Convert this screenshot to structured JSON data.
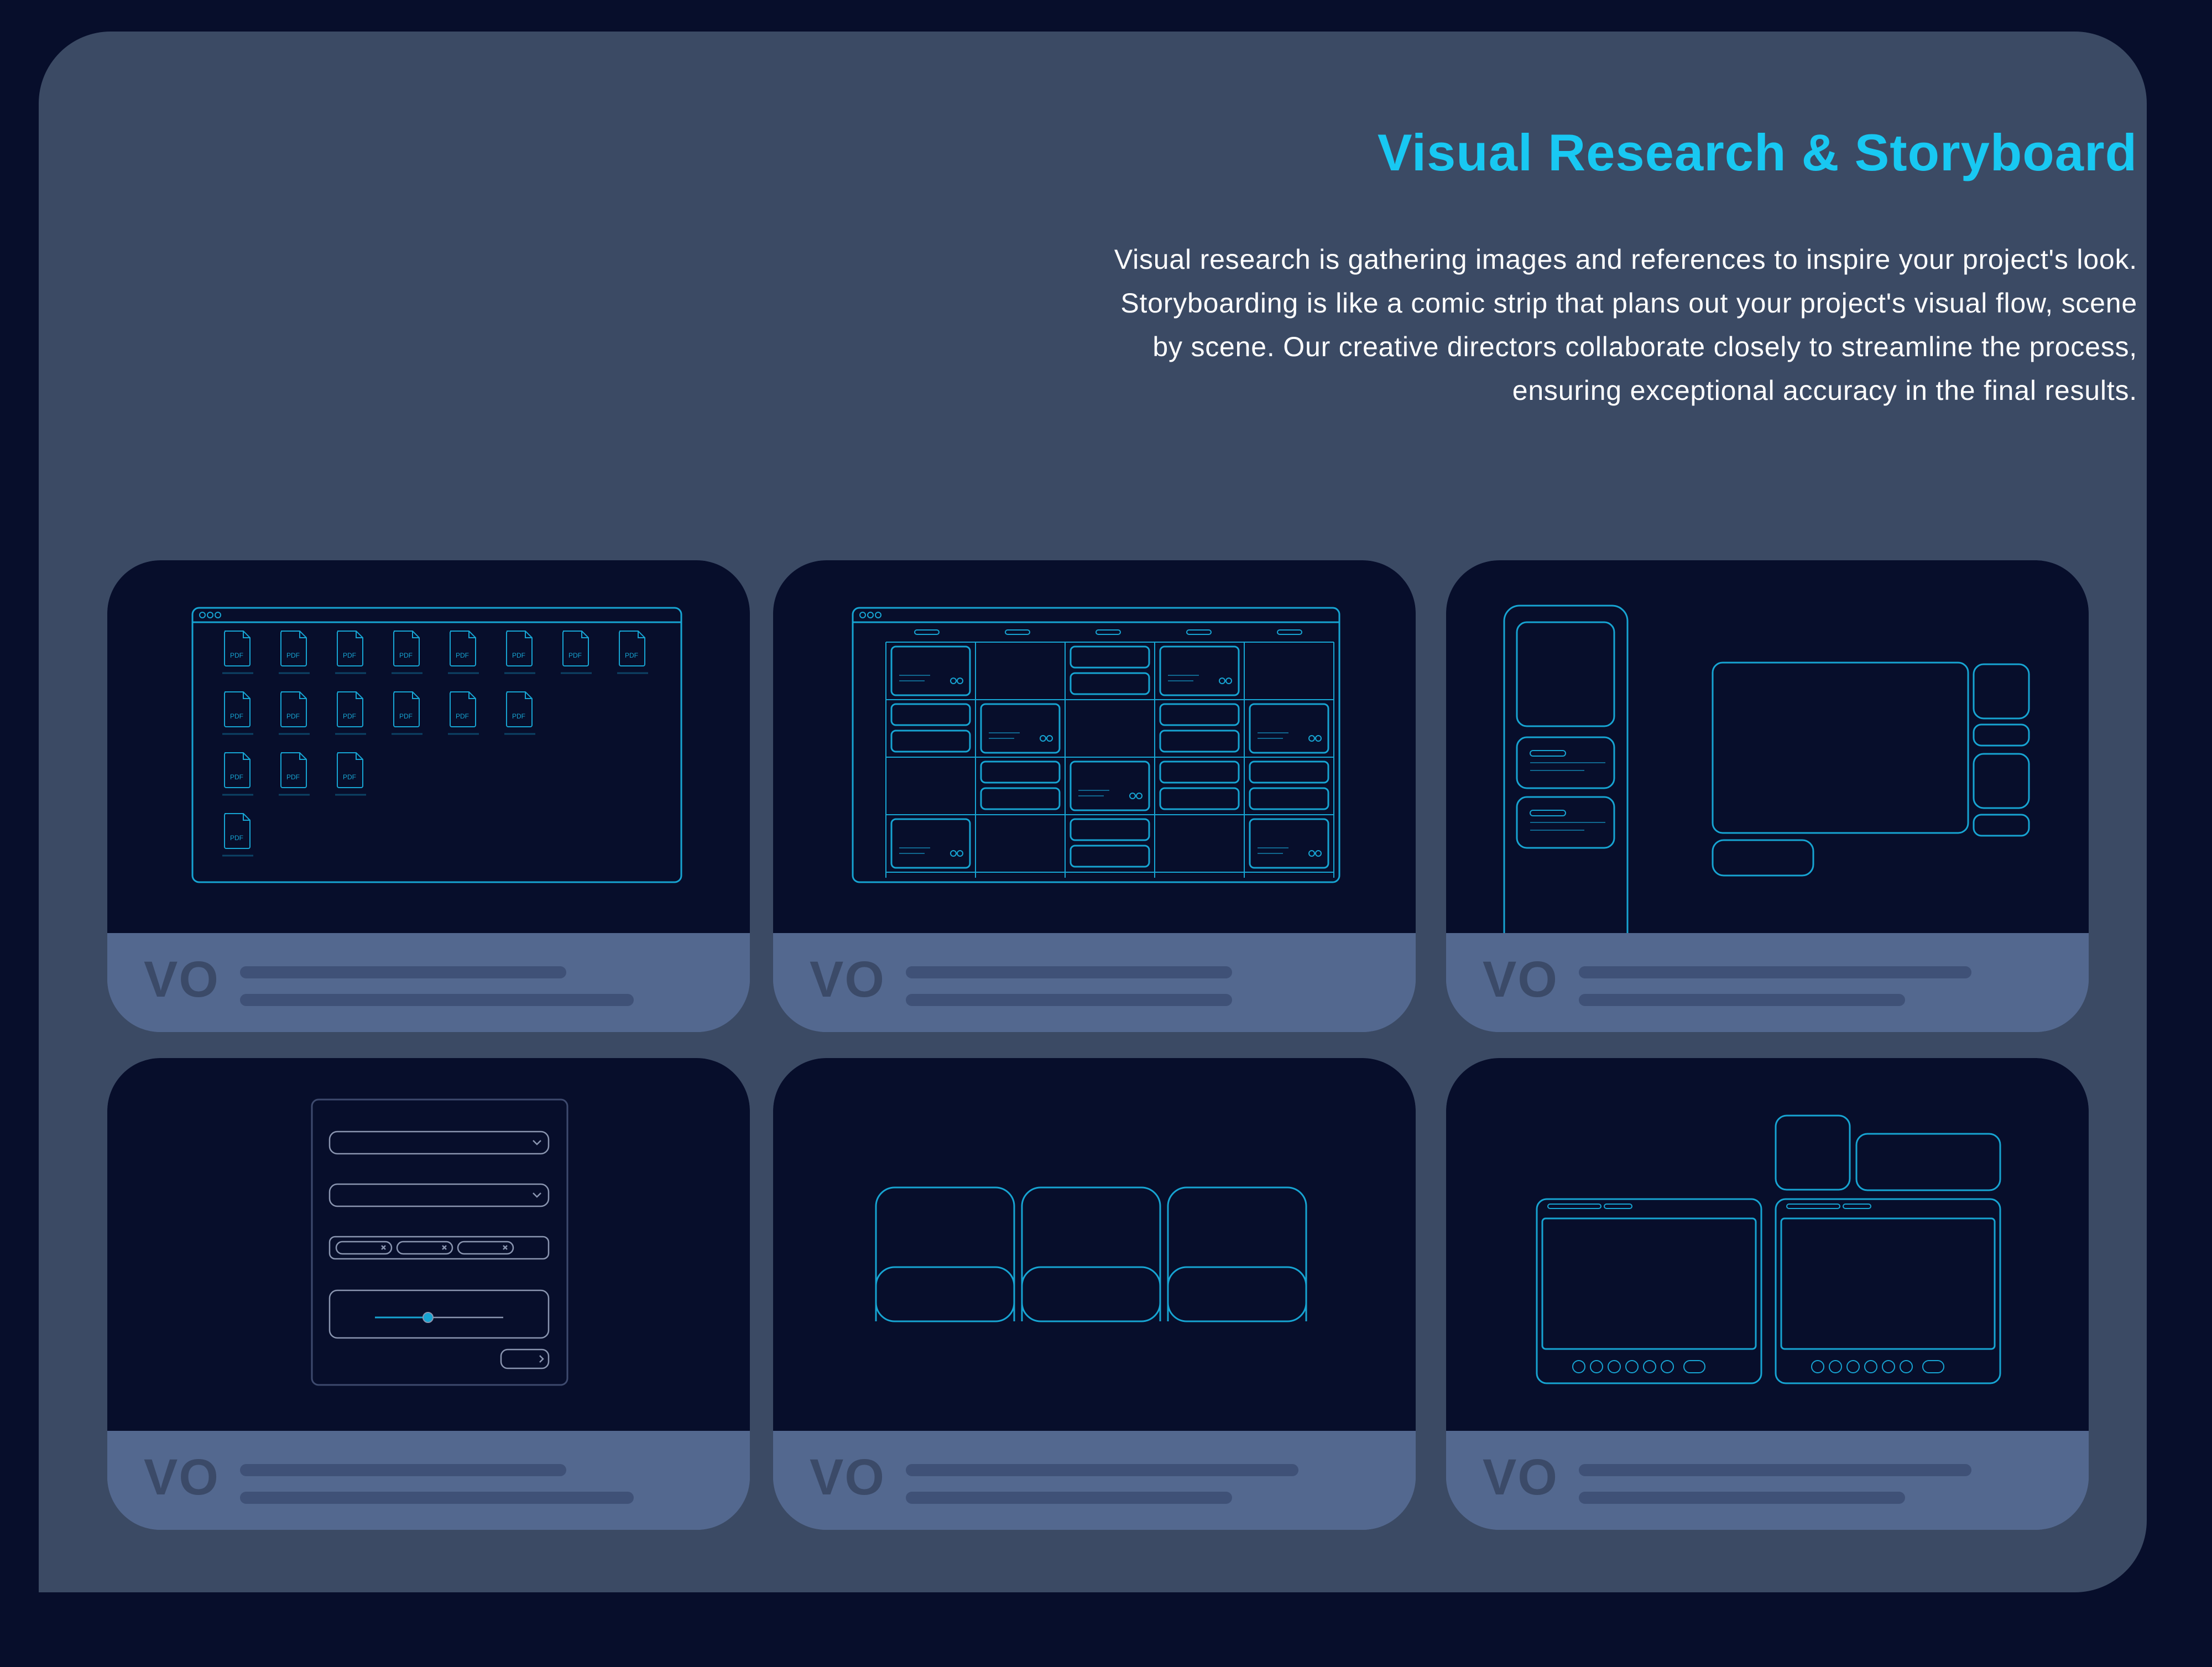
{
  "header": {
    "title": "Visual Research & Storyboard",
    "description_lines": [
      "Visual research is gathering images and references to inspire your project's look.",
      "Storyboarding is like a comic strip that plans out your project's visual flow, scene",
      "by scene. Our creative directors collaborate closely to streamline the process,",
      "ensuring exceptional accuracy in the final results."
    ]
  },
  "colors": {
    "background": "#070e2b",
    "panel": "#3b4a64",
    "accent": "#18c8f2",
    "card_footer": "#53688f",
    "wireframe_stroke": "#17a4d2"
  },
  "cards": [
    {
      "logo": "VO",
      "illustration": "file-browser-pdf-icons"
    },
    {
      "logo": "VO",
      "illustration": "calendar-grid"
    },
    {
      "logo": "VO",
      "illustration": "mobile-and-media-panels"
    },
    {
      "logo": "VO",
      "illustration": "form-with-dropdowns-and-slider"
    },
    {
      "logo": "VO",
      "illustration": "three-cards-row"
    },
    {
      "logo": "VO",
      "illustration": "tablet-media-players"
    }
  ],
  "icons": {
    "file": "pdf-file-icon",
    "pdf_label": "PDF"
  }
}
